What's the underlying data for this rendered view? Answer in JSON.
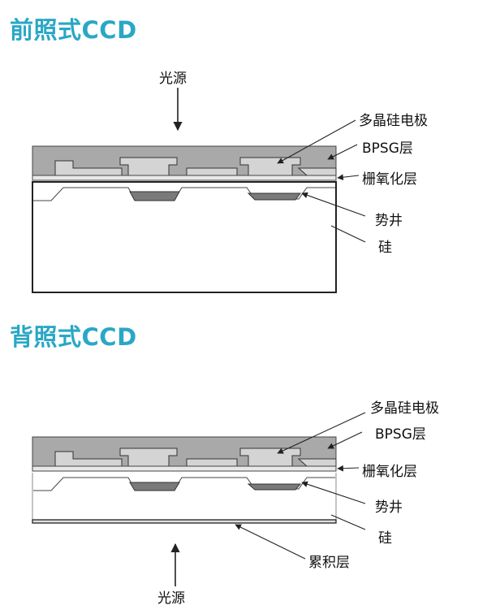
{
  "titles": {
    "front": "前照式CCD",
    "back": "背照式CCD"
  },
  "front": {
    "light_source": "光源",
    "polysilicon_electrode": "多晶硅电极",
    "bpsg_layer": "BPSG层",
    "gate_oxide_layer": "栅氧化层",
    "potential_well": "势井",
    "silicon": "硅"
  },
  "back": {
    "polysilicon_electrode": "多晶硅电极",
    "bpsg_layer": "BPSG层",
    "gate_oxide_layer": "栅氧化层",
    "potential_well": "势井",
    "silicon": "硅",
    "accumulation_layer": "累积层",
    "light_source": "光源"
  },
  "colors": {
    "title": "#2aa7c6",
    "bpsg": "#a9a9a9",
    "polysilicon": "#d4d4d4",
    "well": "#7a7a7a",
    "outline": "#222222"
  }
}
